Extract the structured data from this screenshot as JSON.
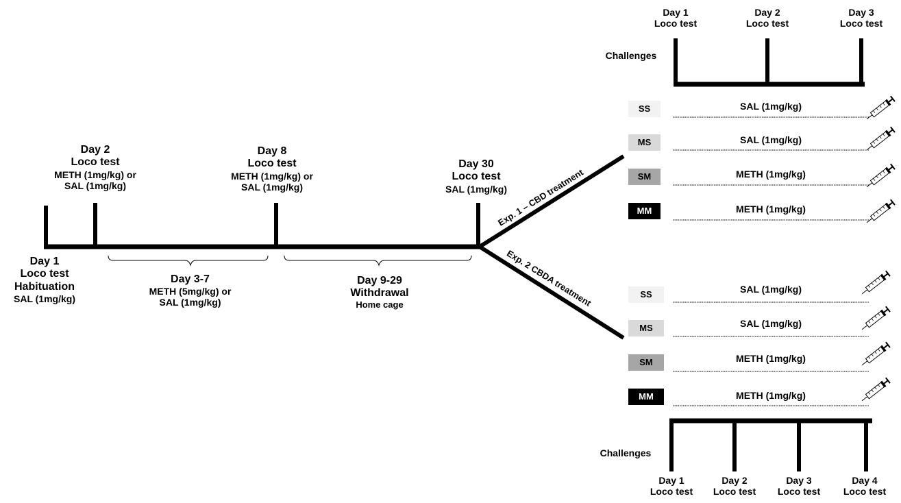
{
  "timeline": {
    "day1": {
      "l1": "Day 1",
      "l2": "Loco test",
      "l3": "Habituation",
      "l4": "SAL (1mg/kg)"
    },
    "day2": {
      "l1": "Day 2",
      "l2": "Loco test",
      "l3": "METH (1mg/kg) or",
      "l4": "SAL (1mg/kg)"
    },
    "day8": {
      "l1": "Day 8",
      "l2": "Loco test",
      "l3": "METH (1mg/kg) or",
      "l4": "SAL (1mg/kg)"
    },
    "day30": {
      "l1": "Day 30",
      "l2": "Loco test",
      "l3": "SAL (1mg/kg)"
    },
    "days3_7": {
      "l1": "Day 3-7",
      "l2": "METH (5mg/kg) or",
      "l3": "SAL (1mg/kg)"
    },
    "days9_29": {
      "l1": "Day 9-29",
      "l2": "Withdrawal",
      "l3": "Home cage"
    }
  },
  "exp1": {
    "label": "Exp. 1 – CBD treatment",
    "challenges_label": "Challenges",
    "days": [
      {
        "l1": "Day 1",
        "l2": "Loco test"
      },
      {
        "l1": "Day 2",
        "l2": "Loco test"
      },
      {
        "l1": "Day 3",
        "l2": "Loco test"
      }
    ],
    "groups": [
      {
        "code": "SS",
        "treatment": "SAL (1mg/kg)",
        "fill": "#f2f2f2",
        "text_color": "#000000"
      },
      {
        "code": "MS",
        "treatment": "SAL (1mg/kg)",
        "fill": "#d9d9d9",
        "text_color": "#000000"
      },
      {
        "code": "SM",
        "treatment": "METH (1mg/kg)",
        "fill": "#a6a6a6",
        "text_color": "#000000"
      },
      {
        "code": "MM",
        "treatment": "METH (1mg/kg)",
        "fill": "#000000",
        "text_color": "#ffffff"
      }
    ]
  },
  "exp2": {
    "label": "Exp. 2 CBDA treatment",
    "challenges_label": "Challenges",
    "days": [
      {
        "l1": "Day 1",
        "l2": "Loco test"
      },
      {
        "l1": "Day 2",
        "l2": "Loco test"
      },
      {
        "l1": "Day 3",
        "l2": "Loco test"
      },
      {
        "l1": "Day 4",
        "l2": "Loco test"
      }
    ],
    "groups": [
      {
        "code": "SS",
        "treatment": "SAL (1mg/kg)",
        "fill": "#f2f2f2",
        "text_color": "#000000"
      },
      {
        "code": "MS",
        "treatment": "SAL (1mg/kg)",
        "fill": "#d9d9d9",
        "text_color": "#000000"
      },
      {
        "code": "SM",
        "treatment": "METH (1mg/kg)",
        "fill": "#a6a6a6",
        "text_color": "#000000"
      },
      {
        "code": "MM",
        "treatment": "METH (1mg/kg)",
        "fill": "#000000",
        "text_color": "#ffffff"
      }
    ]
  },
  "icons": {
    "syringe": "syringe-icon"
  }
}
